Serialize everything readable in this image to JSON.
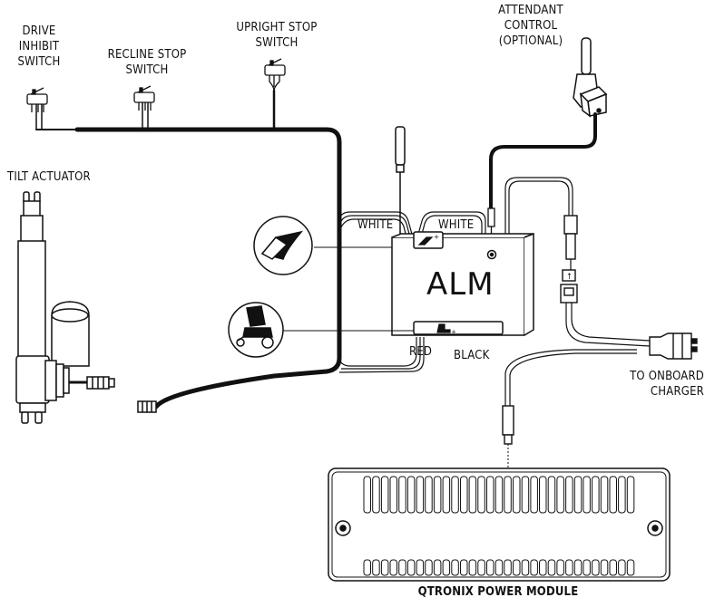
{
  "labels": {
    "drive_inhibit": [
      "DRIVE",
      "INHIBIT",
      "SWITCH"
    ],
    "recline_stop": [
      "RECLINE STOP",
      "SWITCH"
    ],
    "upright_stop": [
      "UPRIGHT STOP",
      "SWITCH"
    ],
    "attendant": [
      "ATTENDANT",
      "CONTROL",
      "(OPTIONAL)"
    ],
    "tilt_actuator": "TILT ACTUATOR",
    "white_left": "WHITE",
    "white_right": "WHITE",
    "red": "RED",
    "black": "BLACK",
    "alm": "ALM",
    "onboard_charger": [
      "TO ONBOARD",
      "CHARGER"
    ],
    "power_module": "QTRONIX POWER MODULE"
  }
}
